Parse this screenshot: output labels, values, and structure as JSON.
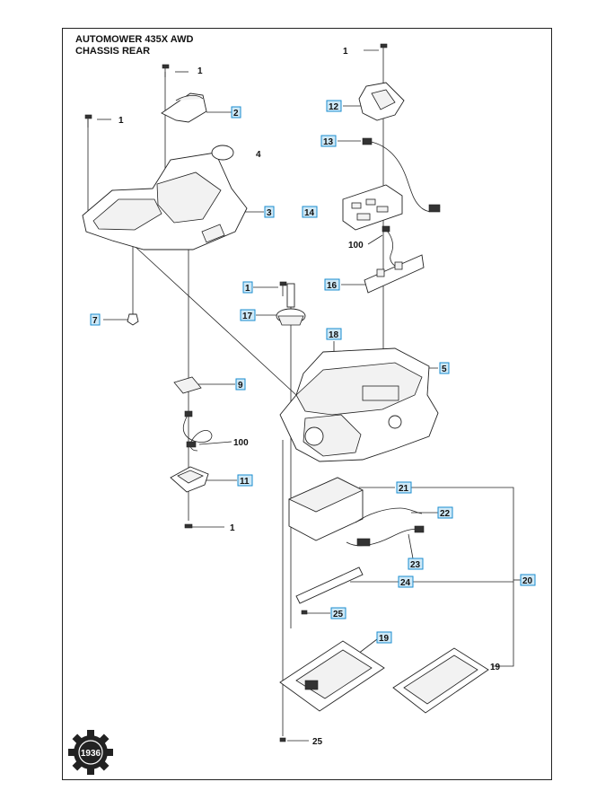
{
  "title": {
    "line1": "AUTOMOWER 435X AWD",
    "line2": "CHASSIS REAR"
  },
  "logo": {
    "text": "1936"
  },
  "callouts": {
    "c1_top_right": "1",
    "c1_top_left_a": "1",
    "c1_top_left_b": "1",
    "c2": "2",
    "c3": "3",
    "c4": "4",
    "c5": "5",
    "c7": "7",
    "c9": "9",
    "c11": "11",
    "c1_bottom_left": "1",
    "c12": "12",
    "c13": "13",
    "c14": "14",
    "c100_a": "100",
    "c16": "16",
    "c1_mid": "1",
    "c17": "17",
    "c18": "18",
    "c100_b": "100",
    "c21": "21",
    "c22": "22",
    "c23": "23",
    "c24": "24",
    "c20": "20",
    "c25_a": "25",
    "c19_a": "19",
    "c19_b": "19",
    "c25_b": "25"
  }
}
